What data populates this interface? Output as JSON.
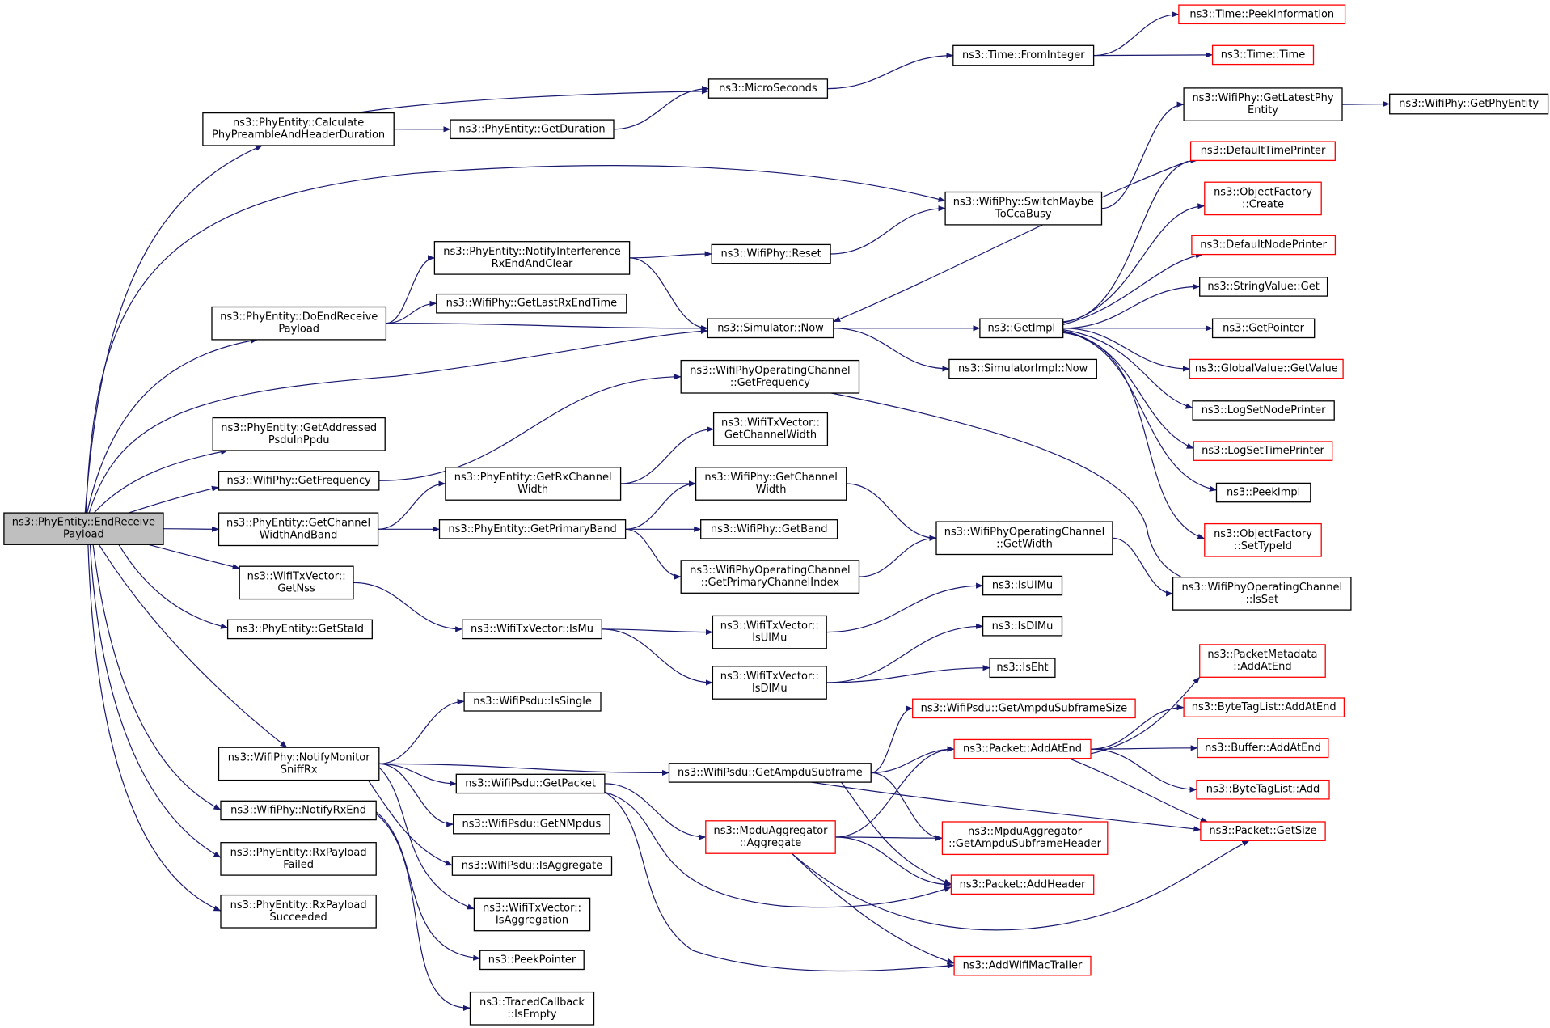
{
  "graph": {
    "nodes": [
      {
        "id": "root",
        "lines": [
          "ns3::PhyEntity::EndReceive",
          "Payload"
        ],
        "style": "root"
      },
      {
        "id": "calcPre",
        "lines": [
          "ns3::PhyEntity::Calculate",
          "PhyPreambleAndHeaderDuration"
        ],
        "style": "black"
      },
      {
        "id": "getDur",
        "lines": [
          "ns3::PhyEntity::GetDuration"
        ],
        "style": "black"
      },
      {
        "id": "micro",
        "lines": [
          "ns3::MicroSeconds"
        ],
        "style": "black"
      },
      {
        "id": "fromInt",
        "lines": [
          "ns3::Time::FromInteger"
        ],
        "style": "black"
      },
      {
        "id": "peekInfo",
        "lines": [
          "ns3::Time::PeekInformation"
        ],
        "style": "red"
      },
      {
        "id": "timeTime",
        "lines": [
          "ns3::Time::Time"
        ],
        "style": "red"
      },
      {
        "id": "latestPhy",
        "lines": [
          "ns3::WifiPhy::GetLatestPhy",
          "Entity"
        ],
        "style": "black"
      },
      {
        "id": "getPhyEnt",
        "lines": [
          "ns3::WifiPhy::GetPhyEntity"
        ],
        "style": "black"
      },
      {
        "id": "switchCca",
        "lines": [
          "ns3::WifiPhy::SwitchMaybe",
          "ToCcaBusy"
        ],
        "style": "black"
      },
      {
        "id": "notifInt",
        "lines": [
          "ns3::PhyEntity::NotifyInterference",
          "RxEndAndClear"
        ],
        "style": "black"
      },
      {
        "id": "wpReset",
        "lines": [
          "ns3::WifiPhy::Reset"
        ],
        "style": "black"
      },
      {
        "id": "doEnd",
        "lines": [
          "ns3::PhyEntity::DoEndReceive",
          "Payload"
        ],
        "style": "black"
      },
      {
        "id": "lastRx",
        "lines": [
          "ns3::WifiPhy::GetLastRxEndTime"
        ],
        "style": "black"
      },
      {
        "id": "simNow",
        "lines": [
          "ns3::Simulator::Now"
        ],
        "style": "black"
      },
      {
        "id": "getImpl",
        "lines": [
          "ns3::GetImpl"
        ],
        "style": "black"
      },
      {
        "id": "simImplNow",
        "lines": [
          "ns3::SimulatorImpl::Now"
        ],
        "style": "black"
      },
      {
        "id": "defTime",
        "lines": [
          "ns3::DefaultTimePrinter"
        ],
        "style": "red"
      },
      {
        "id": "ofCreate",
        "lines": [
          "ns3::ObjectFactory",
          "::Create"
        ],
        "style": "red"
      },
      {
        "id": "defNode",
        "lines": [
          "ns3::DefaultNodePrinter"
        ],
        "style": "red"
      },
      {
        "id": "strGet",
        "lines": [
          "ns3::StringValue::Get"
        ],
        "style": "black"
      },
      {
        "id": "getPtr",
        "lines": [
          "ns3::GetPointer"
        ],
        "style": "black"
      },
      {
        "id": "gvGet",
        "lines": [
          "ns3::GlobalValue::GetValue"
        ],
        "style": "red"
      },
      {
        "id": "logNode",
        "lines": [
          "ns3::LogSetNodePrinter"
        ],
        "style": "black"
      },
      {
        "id": "logTime",
        "lines": [
          "ns3::LogSetTimePrinter"
        ],
        "style": "red"
      },
      {
        "id": "peekImpl",
        "lines": [
          "ns3::PeekImpl"
        ],
        "style": "black"
      },
      {
        "id": "ofSetType",
        "lines": [
          "ns3::ObjectFactory",
          "::SetTypeId"
        ],
        "style": "red"
      },
      {
        "id": "opFreq",
        "lines": [
          "ns3::WifiPhyOperatingChannel",
          "::GetFrequency"
        ],
        "style": "black"
      },
      {
        "id": "addrPsdu",
        "lines": [
          "ns3::PhyEntity::GetAddressed",
          "PsduInPpdu"
        ],
        "style": "black"
      },
      {
        "id": "wpFreq",
        "lines": [
          "ns3::WifiPhy::GetFrequency"
        ],
        "style": "black"
      },
      {
        "id": "txvChW",
        "lines": [
          "ns3::WifiTxVector::",
          "GetChannelWidth"
        ],
        "style": "black"
      },
      {
        "id": "rxChW",
        "lines": [
          "ns3::PhyEntity::GetRxChannel",
          "Width"
        ],
        "style": "black"
      },
      {
        "id": "wpChW",
        "lines": [
          "ns3::WifiPhy::GetChannel",
          "Width"
        ],
        "style": "black"
      },
      {
        "id": "chWBand",
        "lines": [
          "ns3::PhyEntity::GetChannel",
          "WidthAndBand"
        ],
        "style": "black"
      },
      {
        "id": "primBand",
        "lines": [
          "ns3::PhyEntity::GetPrimaryBand"
        ],
        "style": "black"
      },
      {
        "id": "wpBand",
        "lines": [
          "ns3::WifiPhy::GetBand"
        ],
        "style": "black"
      },
      {
        "id": "opWidth",
        "lines": [
          "ns3::WifiPhyOperatingChannel",
          "::GetWidth"
        ],
        "style": "black"
      },
      {
        "id": "opPrim",
        "lines": [
          "ns3::WifiPhyOperatingChannel",
          "::GetPrimaryChannelIndex"
        ],
        "style": "black"
      },
      {
        "id": "opIsSet",
        "lines": [
          "ns3::WifiPhyOperatingChannel",
          "::IsSet"
        ],
        "style": "black"
      },
      {
        "id": "getNss",
        "lines": [
          "ns3::WifiTxVector::",
          "GetNss"
        ],
        "style": "black"
      },
      {
        "id": "staId",
        "lines": [
          "ns3::PhyEntity::GetStaId"
        ],
        "style": "black"
      },
      {
        "id": "isMu",
        "lines": [
          "ns3::WifiTxVector::IsMu"
        ],
        "style": "black"
      },
      {
        "id": "txvUlMu",
        "lines": [
          "ns3::WifiTxVector::",
          "IsUlMu"
        ],
        "style": "black"
      },
      {
        "id": "txvDlMu",
        "lines": [
          "ns3::WifiTxVector::",
          "IsDlMu"
        ],
        "style": "black"
      },
      {
        "id": "isUlMu",
        "lines": [
          "ns3::IsUlMu"
        ],
        "style": "black"
      },
      {
        "id": "isDlMu",
        "lines": [
          "ns3::IsDlMu"
        ],
        "style": "black"
      },
      {
        "id": "isEht",
        "lines": [
          "ns3::IsEht"
        ],
        "style": "black"
      },
      {
        "id": "isSingle",
        "lines": [
          "ns3::WifiPsdu::IsSingle"
        ],
        "style": "black"
      },
      {
        "id": "sniff",
        "lines": [
          "ns3::WifiPhy::NotifyMonitor",
          "SniffRx"
        ],
        "style": "black"
      },
      {
        "id": "notifRxEnd",
        "lines": [
          "ns3::WifiPhy::NotifyRxEnd"
        ],
        "style": "black"
      },
      {
        "id": "rxFail",
        "lines": [
          "ns3::PhyEntity::RxPayload",
          "Failed"
        ],
        "style": "black"
      },
      {
        "id": "rxSucc",
        "lines": [
          "ns3::PhyEntity::RxPayload",
          "Succeeded"
        ],
        "style": "black"
      },
      {
        "id": "getPkt",
        "lines": [
          "ns3::WifiPsdu::GetPacket"
        ],
        "style": "black"
      },
      {
        "id": "getNMpdus",
        "lines": [
          "ns3::WifiPsdu::GetNMpdus"
        ],
        "style": "black"
      },
      {
        "id": "isAgg",
        "lines": [
          "ns3::WifiPsdu::IsAggregate"
        ],
        "style": "black"
      },
      {
        "id": "txvAgg",
        "lines": [
          "ns3::WifiTxVector::",
          "IsAggregation"
        ],
        "style": "black"
      },
      {
        "id": "peekPtr",
        "lines": [
          "ns3::PeekPointer"
        ],
        "style": "black"
      },
      {
        "id": "tcEmpty",
        "lines": [
          "ns3::TracedCallback",
          "::IsEmpty"
        ],
        "style": "black"
      },
      {
        "id": "ampduSub",
        "lines": [
          "ns3::WifiPsdu::GetAmpduSubframe"
        ],
        "style": "black"
      },
      {
        "id": "ampduSize",
        "lines": [
          "ns3::WifiPsdu::GetAmpduSubframeSize"
        ],
        "style": "red"
      },
      {
        "id": "pktAddEnd",
        "lines": [
          "ns3::Packet::AddAtEnd"
        ],
        "style": "red"
      },
      {
        "id": "mpduAgg",
        "lines": [
          "ns3::MpduAggregator",
          "::Aggregate"
        ],
        "style": "red"
      },
      {
        "id": "mpduHdr",
        "lines": [
          "ns3::MpduAggregator",
          "::GetAmpduSubframeHeader"
        ],
        "style": "red"
      },
      {
        "id": "addHdr",
        "lines": [
          "ns3::Packet::AddHeader"
        ],
        "style": "red"
      },
      {
        "id": "macTrailer",
        "lines": [
          "ns3::AddWifiMacTrailer"
        ],
        "style": "red"
      },
      {
        "id": "pmAddEnd",
        "lines": [
          "ns3::PacketMetadata",
          "::AddAtEnd"
        ],
        "style": "red"
      },
      {
        "id": "btlAddEnd",
        "lines": [
          "ns3::ByteTagList::AddAtEnd"
        ],
        "style": "red"
      },
      {
        "id": "bufAddEnd",
        "lines": [
          "ns3::Buffer::AddAtEnd"
        ],
        "style": "red"
      },
      {
        "id": "btlAdd",
        "lines": [
          "ns3::ByteTagList::Add"
        ],
        "style": "red"
      },
      {
        "id": "pktSize",
        "lines": [
          "ns3::Packet::GetSize"
        ],
        "style": "red"
      }
    ],
    "edges": [
      [
        "root",
        "calcPre"
      ],
      [
        "root",
        "switchCca"
      ],
      [
        "root",
        "doEnd"
      ],
      [
        "root",
        "simNow"
      ],
      [
        "root",
        "addrPsdu"
      ],
      [
        "root",
        "wpFreq"
      ],
      [
        "root",
        "chWBand"
      ],
      [
        "root",
        "getNss"
      ],
      [
        "root",
        "staId"
      ],
      [
        "root",
        "sniff"
      ],
      [
        "root",
        "notifRxEnd"
      ],
      [
        "root",
        "rxFail"
      ],
      [
        "root",
        "rxSucc"
      ],
      [
        "calcPre",
        "micro"
      ],
      [
        "calcPre",
        "getDur"
      ],
      [
        "getDur",
        "micro"
      ],
      [
        "micro",
        "fromInt"
      ],
      [
        "fromInt",
        "peekInfo"
      ],
      [
        "fromInt",
        "timeTime"
      ],
      [
        "switchCca",
        "latestPhy"
      ],
      [
        "latestPhy",
        "getPhyEnt"
      ],
      [
        "switchCca",
        "simNow"
      ],
      [
        "doEnd",
        "notifInt"
      ],
      [
        "doEnd",
        "lastRx"
      ],
      [
        "doEnd",
        "simNow"
      ],
      [
        "notifInt",
        "wpReset"
      ],
      [
        "notifInt",
        "simNow"
      ],
      [
        "wpReset",
        "switchCca"
      ],
      [
        "simNow",
        "getImpl"
      ],
      [
        "simNow",
        "simImplNow"
      ],
      [
        "getImpl",
        "defTime"
      ],
      [
        "getImpl",
        "ofCreate"
      ],
      [
        "getImpl",
        "defNode"
      ],
      [
        "getImpl",
        "strGet"
      ],
      [
        "getImpl",
        "getPtr"
      ],
      [
        "getImpl",
        "gvGet"
      ],
      [
        "getImpl",
        "logNode"
      ],
      [
        "getImpl",
        "logTime"
      ],
      [
        "getImpl",
        "peekImpl"
      ],
      [
        "getImpl",
        "ofSetType"
      ],
      [
        "wpFreq",
        "opFreq"
      ],
      [
        "opFreq",
        "opIsSet"
      ],
      [
        "chWBand",
        "rxChW"
      ],
      [
        "chWBand",
        "primBand"
      ],
      [
        "rxChW",
        "txvChW"
      ],
      [
        "rxChW",
        "wpChW"
      ],
      [
        "wpChW",
        "opWidth"
      ],
      [
        "primBand",
        "wpChW"
      ],
      [
        "primBand",
        "wpBand"
      ],
      [
        "primBand",
        "opPrim"
      ],
      [
        "opPrim",
        "opWidth"
      ],
      [
        "opWidth",
        "opIsSet"
      ],
      [
        "getNss",
        "isMu"
      ],
      [
        "isMu",
        "txvUlMu"
      ],
      [
        "isMu",
        "txvDlMu"
      ],
      [
        "txvUlMu",
        "isUlMu"
      ],
      [
        "txvDlMu",
        "isDlMu"
      ],
      [
        "txvDlMu",
        "isEht"
      ],
      [
        "sniff",
        "isSingle"
      ],
      [
        "sniff",
        "ampduSub"
      ],
      [
        "sniff",
        "getPkt"
      ],
      [
        "sniff",
        "getNMpdus"
      ],
      [
        "sniff",
        "isAgg"
      ],
      [
        "sniff",
        "txvAgg"
      ],
      [
        "notifRxEnd",
        "peekPtr"
      ],
      [
        "notifRxEnd",
        "tcEmpty"
      ],
      [
        "ampduSub",
        "ampduSize"
      ],
      [
        "ampduSub",
        "pktAddEnd"
      ],
      [
        "ampduSub",
        "mpduHdr"
      ],
      [
        "ampduSub",
        "addHdr"
      ],
      [
        "ampduSub",
        "pktSize"
      ],
      [
        "getPkt",
        "mpduAgg"
      ],
      [
        "getPkt",
        "addHdr"
      ],
      [
        "getPkt",
        "macTrailer"
      ],
      [
        "mpduAgg",
        "pktAddEnd"
      ],
      [
        "mpduAgg",
        "mpduHdr"
      ],
      [
        "mpduAgg",
        "addHdr"
      ],
      [
        "mpduAgg",
        "macTrailer"
      ],
      [
        "mpduAgg",
        "pktSize"
      ],
      [
        "pktAddEnd",
        "pmAddEnd"
      ],
      [
        "pktAddEnd",
        "btlAddEnd"
      ],
      [
        "pktAddEnd",
        "bufAddEnd"
      ],
      [
        "pktAddEnd",
        "btlAdd"
      ],
      [
        "pktAddEnd",
        "pktSize"
      ]
    ],
    "colors": {
      "edge": "#191970",
      "border_normal": "#000000",
      "border_external": "#ff0000",
      "root_fill": "#bfbfbf",
      "node_fill": "#ffffff",
      "background": "#ffffff"
    }
  }
}
